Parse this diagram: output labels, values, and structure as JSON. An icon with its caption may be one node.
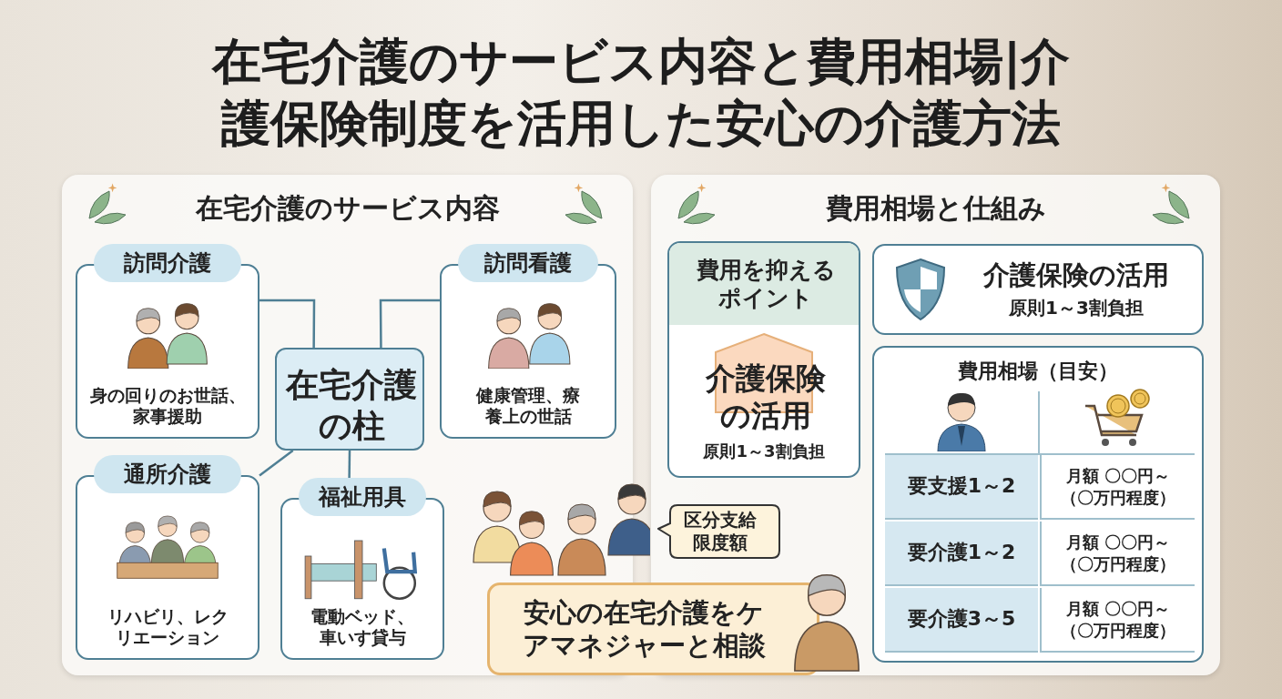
{
  "diagram": {
    "title": "在宅介護のサービス内容と費用相場|介護保険制度を活用した安心の介護方法",
    "nodes": [
      {
        "text": [
          "在宅介護のサービス内容"
        ]
      },
      {
        "text": [
          "訪問介護",
          "身の回りのお世話、家事援助"
        ],
        "in": 0
      },
      {
        "text": [
          "訪問看護",
          "健康管理、療養上の世話"
        ],
        "in": 0
      },
      {
        "text": [
          "在宅介護の柱"
        ],
        "in": 0
      },
      {
        "text": [
          "通所介護",
          "リハビリ、レクリエーション"
        ],
        "in": 0
      },
      {
        "text": [
          "福祉用具",
          "電動ベッド、車いす貸与"
        ],
        "in": 0
      },
      {
        "text": [
          "費用相場と仕組み"
        ]
      },
      {
        "text": [
          "費用を抑えるポイント",
          "介護保険の活用",
          "原則1～3割負担"
        ],
        "in": 6
      },
      {
        "text": [
          "介護保険の活用",
          "原則1～3割負担"
        ],
        "in": 6
      },
      {
        "text": [
          "費用相場（目安）"
        ],
        "in": 6
      },
      {
        "text": [
          "区分支給限度額"
        ],
        "in": 6
      },
      {
        "text": [
          "安心の在宅介護をケアマネジャーと相談"
        ]
      }
    ],
    "edges": [
      {
        "from": 3,
        "to": 1,
        "arrow": "none"
      },
      {
        "from": 3,
        "to": 2,
        "arrow": "none"
      },
      {
        "from": 3,
        "to": 4,
        "arrow": "none"
      },
      {
        "from": 3,
        "to": 5,
        "arrow": "none"
      }
    ],
    "labels": [
      "要支援1～2",
      "月額 〇〇円～（〇万円程度）",
      "要介護1～2",
      "月額 〇〇円～（〇万円程度）",
      "要介護3～5",
      "月額 〇〇円～（〇万円程度）"
    ]
  }
}
